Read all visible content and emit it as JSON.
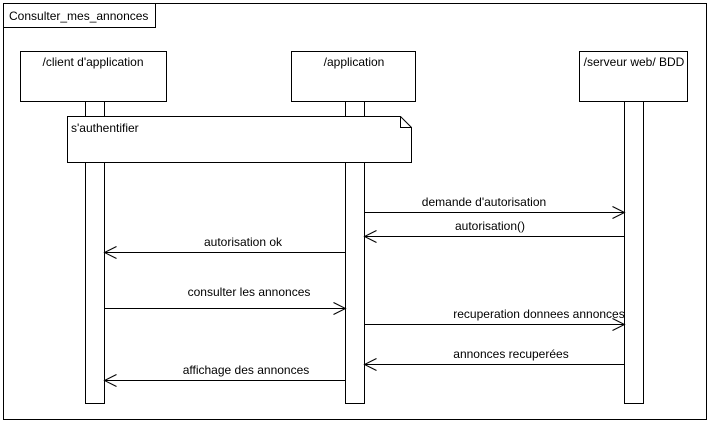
{
  "frame": {
    "title": "Consulter_mes_annonces"
  },
  "lifelines": [
    {
      "id": "client",
      "label": "/client d'application"
    },
    {
      "id": "app",
      "label": "/application"
    },
    {
      "id": "server",
      "label": "/serveur web/ BDD"
    }
  ],
  "note": {
    "text": "s'authentifier"
  },
  "messages": [
    {
      "label": "demande d'autorisation"
    },
    {
      "label": "autorisation()"
    },
    {
      "label": "autorisation ok"
    },
    {
      "label": "consulter les annonces"
    },
    {
      "label": "recuperation donnees annonces"
    },
    {
      "label": "annonces recuperées"
    },
    {
      "label": "affichage des annonces"
    }
  ]
}
